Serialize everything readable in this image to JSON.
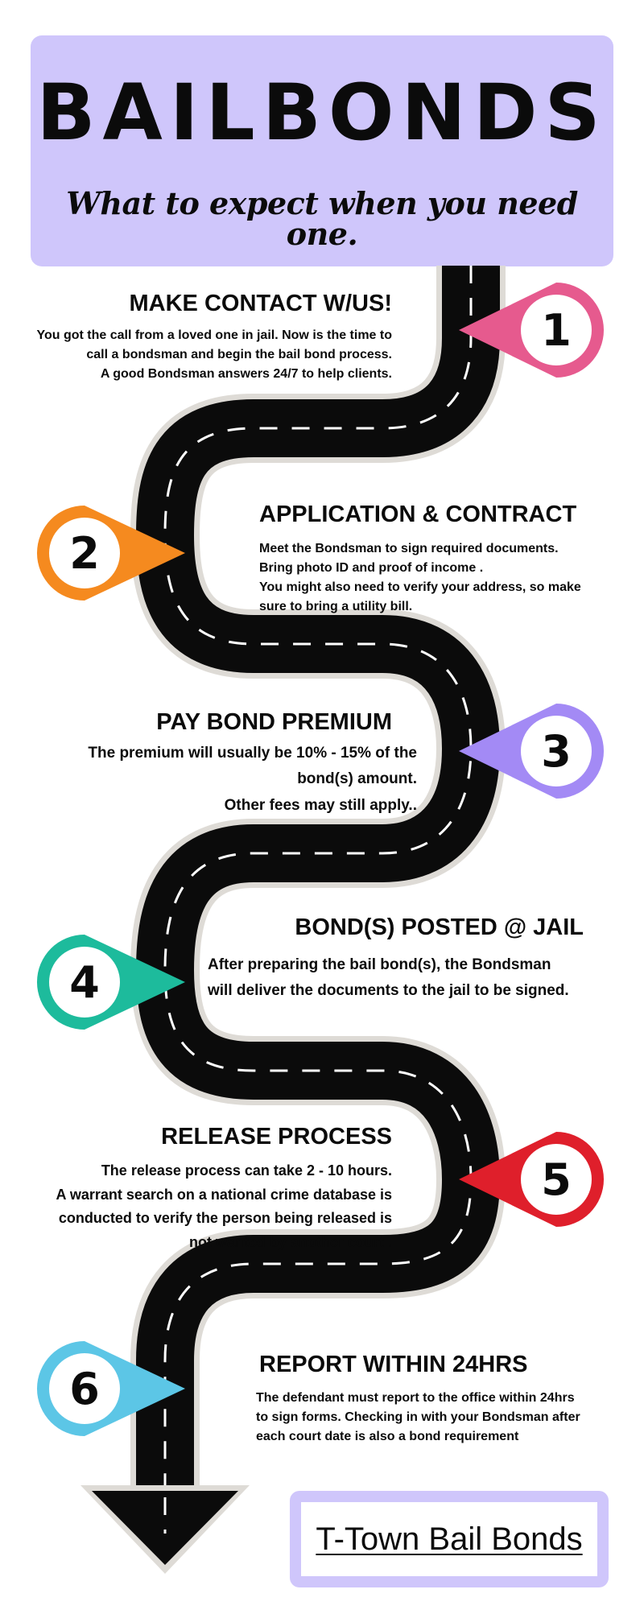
{
  "header": {
    "title": "BAILBONDS",
    "subtitle": "What to expect  when you need one."
  },
  "steps": [
    {
      "number": "1",
      "color": "#e65a8e",
      "title": "MAKE CONTACT W/US!",
      "lines": [
        "You got the call from a loved one in jail.  Now is the time to",
        "call a bondsman  and begin the bail bond process.",
        "A good Bondsman answers 24/7 to help clients."
      ]
    },
    {
      "number": "2",
      "color": "#f58a1f",
      "title": "APPLICATION & CONTRACT",
      "lines": [
        "Meet the Bondsman to sign required documents.",
        "Bring photo ID and proof of income .",
        "You might also need to verify your address, so make",
        "sure to bring a utility bill."
      ]
    },
    {
      "number": "3",
      "color": "#a38af5",
      "title": "PAY BOND PREMIUM",
      "lines": [
        "The premium will usually be  10% - 15% of the",
        "bond(s) amount.",
        "Other fees may still apply.."
      ]
    },
    {
      "number": "4",
      "color": "#1dbb9c",
      "title": "BOND(S) POSTED @ JAIL",
      "lines": [
        "After preparing the bail bond(s), the Bondsman",
        "will deliver the documents to the jail to be signed."
      ]
    },
    {
      "number": "5",
      "color": "#df1f2b",
      "title": "RELEASE PROCESS",
      "lines": [
        "The release process can take  2 - 10 hours.",
        "A warrant search on a national crime database is",
        "conducted to verify the person being released  is",
        "not wanted  by another court ."
      ]
    },
    {
      "number": "6",
      "color": "#5cc6e6",
      "title": "REPORT WITHIN 24HRS",
      "lines": [
        "The defendant must report to the office within 24hrs",
        "to sign forms. Checking in with your Bondsman after",
        "each court date is also a bond requirement"
      ]
    }
  ],
  "footer": {
    "brand": "T-Town Bail Bonds"
  },
  "colors": {
    "header_bg": "#cfc6fb",
    "road": "#0b0b0b",
    "road_edge": "#dedbd6",
    "road_dash": "#ffffff"
  }
}
